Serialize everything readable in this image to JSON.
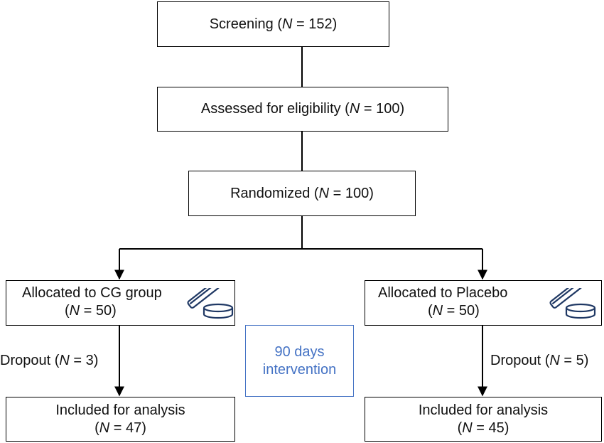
{
  "nodes": {
    "screening": {
      "prefix": "Screening (",
      "n": "N",
      "suffix": " = 152)"
    },
    "eligibility": {
      "prefix": "Assessed for eligibility (",
      "n": "N",
      "suffix": " = 100)"
    },
    "randomized": {
      "prefix": "Randomized (",
      "n": "N",
      "suffix": " = 100)"
    },
    "cg_group": {
      "line1": "Allocated to CG group",
      "prefix": "(",
      "n": "N",
      "suffix": " = 50)"
    },
    "placebo": {
      "line1": "Allocated to Placebo",
      "prefix": "(",
      "n": "N",
      "suffix": " = 50)"
    },
    "intervention": {
      "line1": "90 days",
      "line2": "intervention"
    },
    "analysis_left": {
      "line1": "Included for analysis",
      "prefix": "(",
      "n": "N",
      "suffix": " = 47)"
    },
    "analysis_right": {
      "line1": "Included for analysis",
      "prefix": "(",
      "n": "N",
      "suffix": " = 45)"
    }
  },
  "dropouts": {
    "left": {
      "prefix": "Dropout (",
      "n": "N",
      "suffix": " = 3)"
    },
    "right": {
      "prefix": "Dropout (",
      "n": "N",
      "suffix": " = 5)"
    }
  },
  "colors": {
    "intervention": "#4472c4",
    "pill_icon": "#1f3864"
  },
  "icons": [
    "pill-bottle-icon"
  ]
}
